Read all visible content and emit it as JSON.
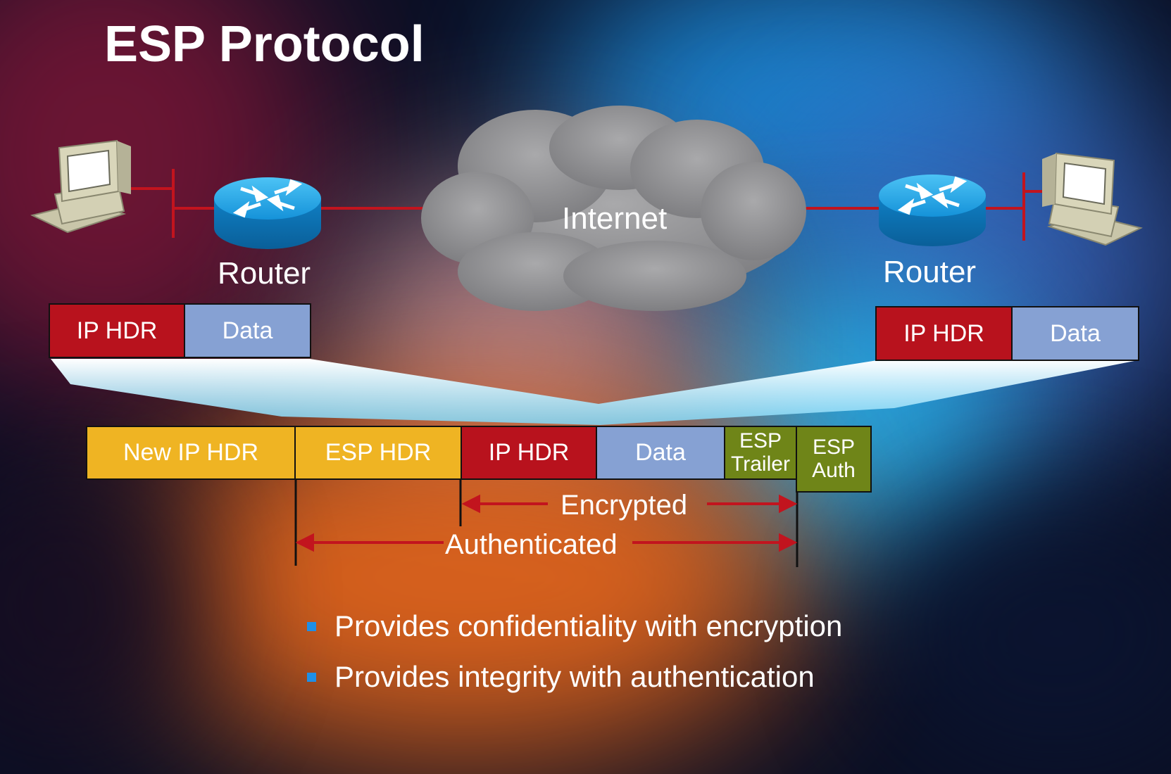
{
  "title": "ESP Protocol",
  "network": {
    "cloud_label": "Internet",
    "left_router_label": "Router",
    "right_router_label": "Router",
    "icons": [
      "pc-icon",
      "router-icon",
      "cloud-icon"
    ]
  },
  "left_packet": [
    "IP HDR",
    "Data"
  ],
  "right_packet": [
    "IP HDR",
    "Data"
  ],
  "esp_packet": [
    "New IP HDR",
    "ESP HDR",
    "IP HDR",
    "Data",
    "ESP Trailer",
    "ESP Auth"
  ],
  "ranges": {
    "encrypted": "Encrypted",
    "authenticated": "Authenticated"
  },
  "bullets": [
    "Provides confidentiality with encryption",
    "Provides integrity with authentication"
  ],
  "colors": {
    "ip_hdr": "#b8121d",
    "data": "#86a1d3",
    "new_ip_hdr": "#efb423",
    "esp_trailer": "#6f8518",
    "link": "#c2141e",
    "router": "#1aa3e8",
    "bullet": "#1f8fe6"
  }
}
